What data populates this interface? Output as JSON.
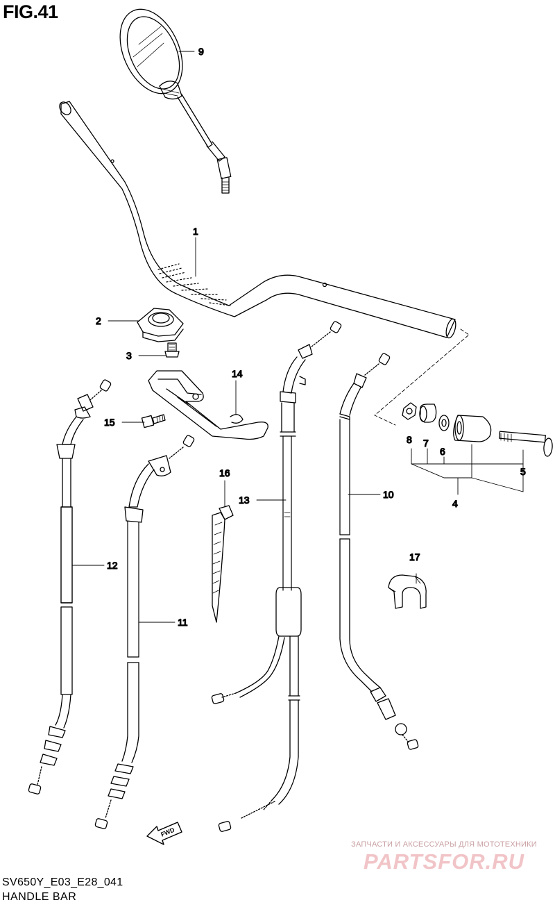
{
  "figure": {
    "title": "FIG.41"
  },
  "model_code": "SV650Y_E03_E28_041",
  "diagram_name": "HANDLE BAR",
  "fwd_label": "FWD",
  "callouts": {
    "c1": "1",
    "c2": "2",
    "c3": "3",
    "c4": "4",
    "c5": "5",
    "c6": "6",
    "c7": "7",
    "c8": "8",
    "c9": "9",
    "c10": "10",
    "c11": "11",
    "c12": "12",
    "c13": "13",
    "c14": "14",
    "c15": "15",
    "c16": "16",
    "c17": "17"
  },
  "watermark": {
    "tagline": "ЗАПЧАСТИ И АКСЕССУАРЫ ДЛЯ МОТОТЕХНИКИ",
    "logo": "PARTSFOR.RU",
    "color": "#f1c4c7"
  }
}
